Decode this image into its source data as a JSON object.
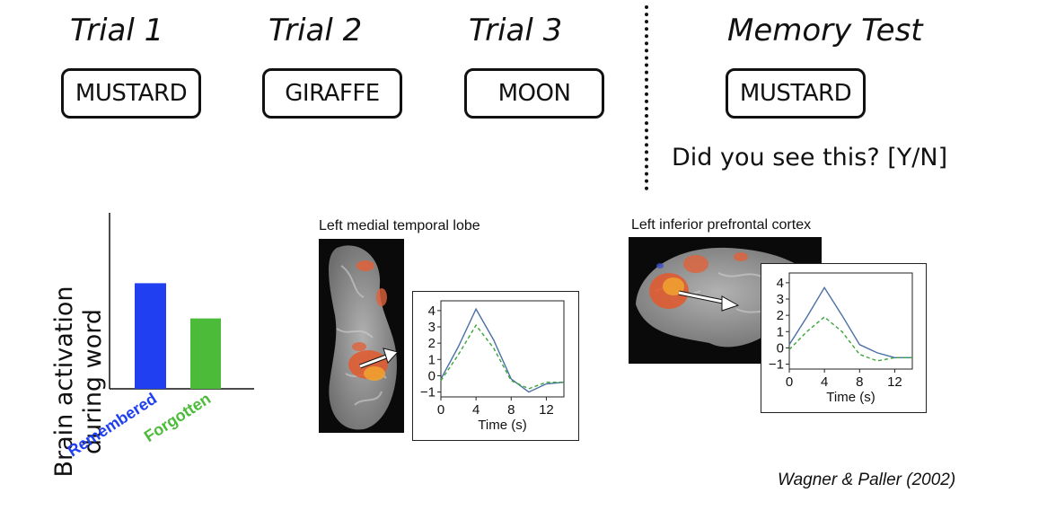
{
  "trials": [
    {
      "title": "Trial 1",
      "word": "MUSTARD"
    },
    {
      "title": "Trial 2",
      "word": "GIRAFFE"
    },
    {
      "title": "Trial 3",
      "word": "MOON"
    }
  ],
  "memory_test": {
    "title": "Memory Test",
    "word": "MUSTARD",
    "question": "Did you see this? [Y/N]"
  },
  "bar_chart": {
    "ylabel_line1": "Brain activation",
    "ylabel_line2": "during word",
    "categories": [
      "Remembered",
      "Forgotten"
    ],
    "colors": {
      "Remembered": "#1f3ff0",
      "Forgotten": "#4cbb3a"
    }
  },
  "regions": [
    {
      "label": "Left medial temporal lobe"
    },
    {
      "label": "Left inferior prefrontal cortex"
    }
  ],
  "citation": "Wagner & Paller (2002)",
  "chart_data": [
    {
      "type": "bar",
      "categories": [
        "Remembered",
        "Forgotten"
      ],
      "values": [
        0.6,
        0.4
      ],
      "title": "",
      "xlabel": "",
      "ylabel": "Brain activation during word",
      "grid": false
    },
    {
      "type": "line",
      "title": "Left medial temporal lobe",
      "xlabel": "Time (s)",
      "ylabel": "",
      "xlim": [
        0,
        14
      ],
      "ylim": [
        -1.3,
        4.6
      ],
      "xticks": [
        "0",
        "4",
        "8",
        "12"
      ],
      "yticks": [
        "4",
        "3",
        "2",
        "1",
        "0",
        "−1"
      ],
      "series": [
        {
          "style": "solid",
          "color": "#4a6fa5",
          "x": [
            0,
            2,
            4,
            6,
            8,
            10,
            12,
            14
          ],
          "y": [
            -0.2,
            1.8,
            4.1,
            2.2,
            -0.2,
            -1.0,
            -0.5,
            -0.4
          ]
        },
        {
          "style": "dashed",
          "color": "#3aa63a",
          "x": [
            0,
            2,
            4,
            6,
            8,
            10,
            12,
            14
          ],
          "y": [
            -0.3,
            1.3,
            3.1,
            1.7,
            -0.3,
            -0.8,
            -0.4,
            -0.4
          ]
        }
      ]
    },
    {
      "type": "line",
      "title": "Left inferior prefrontal cortex",
      "xlabel": "Time (s)",
      "ylabel": "",
      "xlim": [
        0,
        14
      ],
      "ylim": [
        -1.3,
        4.6
      ],
      "xticks": [
        "0",
        "4",
        "8",
        "12"
      ],
      "yticks": [
        "4",
        "3",
        "2",
        "1",
        "0",
        "−1"
      ],
      "series": [
        {
          "style": "solid",
          "color": "#4a6fa5",
          "x": [
            0,
            2,
            4,
            6,
            8,
            10,
            12,
            14
          ],
          "y": [
            0.2,
            1.9,
            3.7,
            2.0,
            0.2,
            -0.3,
            -0.6,
            -0.6
          ]
        },
        {
          "style": "dashed",
          "color": "#3aa63a",
          "x": [
            0,
            2,
            4,
            6,
            8,
            10,
            12,
            14
          ],
          "y": [
            -0.1,
            1.0,
            1.9,
            1.0,
            -0.4,
            -0.8,
            -0.6,
            -0.6
          ]
        }
      ]
    }
  ]
}
